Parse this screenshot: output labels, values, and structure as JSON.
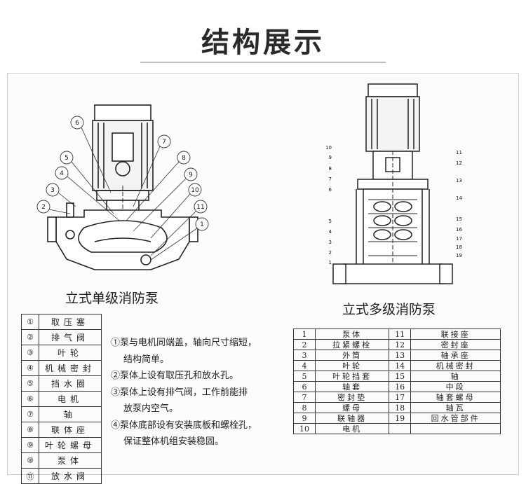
{
  "title": "结构展示",
  "left_diagram": {
    "caption": "立式单级消防泵",
    "callouts": [
      "1",
      "2",
      "3",
      "4",
      "5",
      "6",
      "7",
      "8",
      "9",
      "10",
      "11"
    ]
  },
  "right_diagram": {
    "caption": "立式多级消防泵",
    "callouts_left": [
      "10",
      "9",
      "8",
      "7",
      "6",
      "5",
      "4",
      "3",
      "2",
      "1"
    ],
    "callouts_right": [
      "11",
      "12",
      "13",
      "14",
      "15",
      "16",
      "17",
      "18",
      "19"
    ]
  },
  "left_parts": [
    {
      "num": "①",
      "name": "取压塞"
    },
    {
      "num": "②",
      "name": "排气阀"
    },
    {
      "num": "③",
      "name": "叶轮"
    },
    {
      "num": "④",
      "name": "机械密封"
    },
    {
      "num": "⑤",
      "name": "挡水圈"
    },
    {
      "num": "⑥",
      "name": "电机"
    },
    {
      "num": "⑦",
      "name": "轴"
    },
    {
      "num": "⑧",
      "name": "联体座"
    },
    {
      "num": "⑨",
      "name": "叶轮螺母"
    },
    {
      "num": "⑩",
      "name": "泵体"
    },
    {
      "num": "⑪",
      "name": "放水阀"
    }
  ],
  "notes": [
    {
      "mark": "①",
      "line1": "泵与电机同端盖，轴向尺寸缩短，",
      "line2": "结构简单。"
    },
    {
      "mark": "②",
      "line1": "泵体上设有取压孔和放水孔。",
      "line2": ""
    },
    {
      "mark": "③",
      "line1": "泵体上设有排气阀，工作前能排",
      "line2": "放泵内空气。"
    },
    {
      "mark": "④",
      "line1": "泵体底部设有安装底板和螺栓孔，",
      "line2": "保证整体机组安装稳固。"
    }
  ],
  "right_parts": [
    {
      "n1": "1",
      "p1": "泵体",
      "n2": "11",
      "p2": "联接座"
    },
    {
      "n1": "2",
      "p1": "拉紧螺栓",
      "n2": "12",
      "p2": "密封座"
    },
    {
      "n1": "3",
      "p1": "外筒",
      "n2": "13",
      "p2": "轴承座"
    },
    {
      "n1": "4",
      "p1": "叶轮",
      "n2": "14",
      "p2": "机械密封"
    },
    {
      "n1": "5",
      "p1": "叶轮挡套",
      "n2": "15",
      "p2": "轴"
    },
    {
      "n1": "6",
      "p1": "轴套",
      "n2": "16",
      "p2": "中段"
    },
    {
      "n1": "7",
      "p1": "密封垫",
      "n2": "17",
      "p2": "轴套螺母"
    },
    {
      "n1": "8",
      "p1": "螺母",
      "n2": "18",
      "p2": "轴瓦"
    },
    {
      "n1": "9",
      "p1": "联轴器",
      "n2": "19",
      "p2": "回水管部件"
    },
    {
      "n1": "10",
      "p1": "电机",
      "n2": "",
      "p2": ""
    }
  ]
}
